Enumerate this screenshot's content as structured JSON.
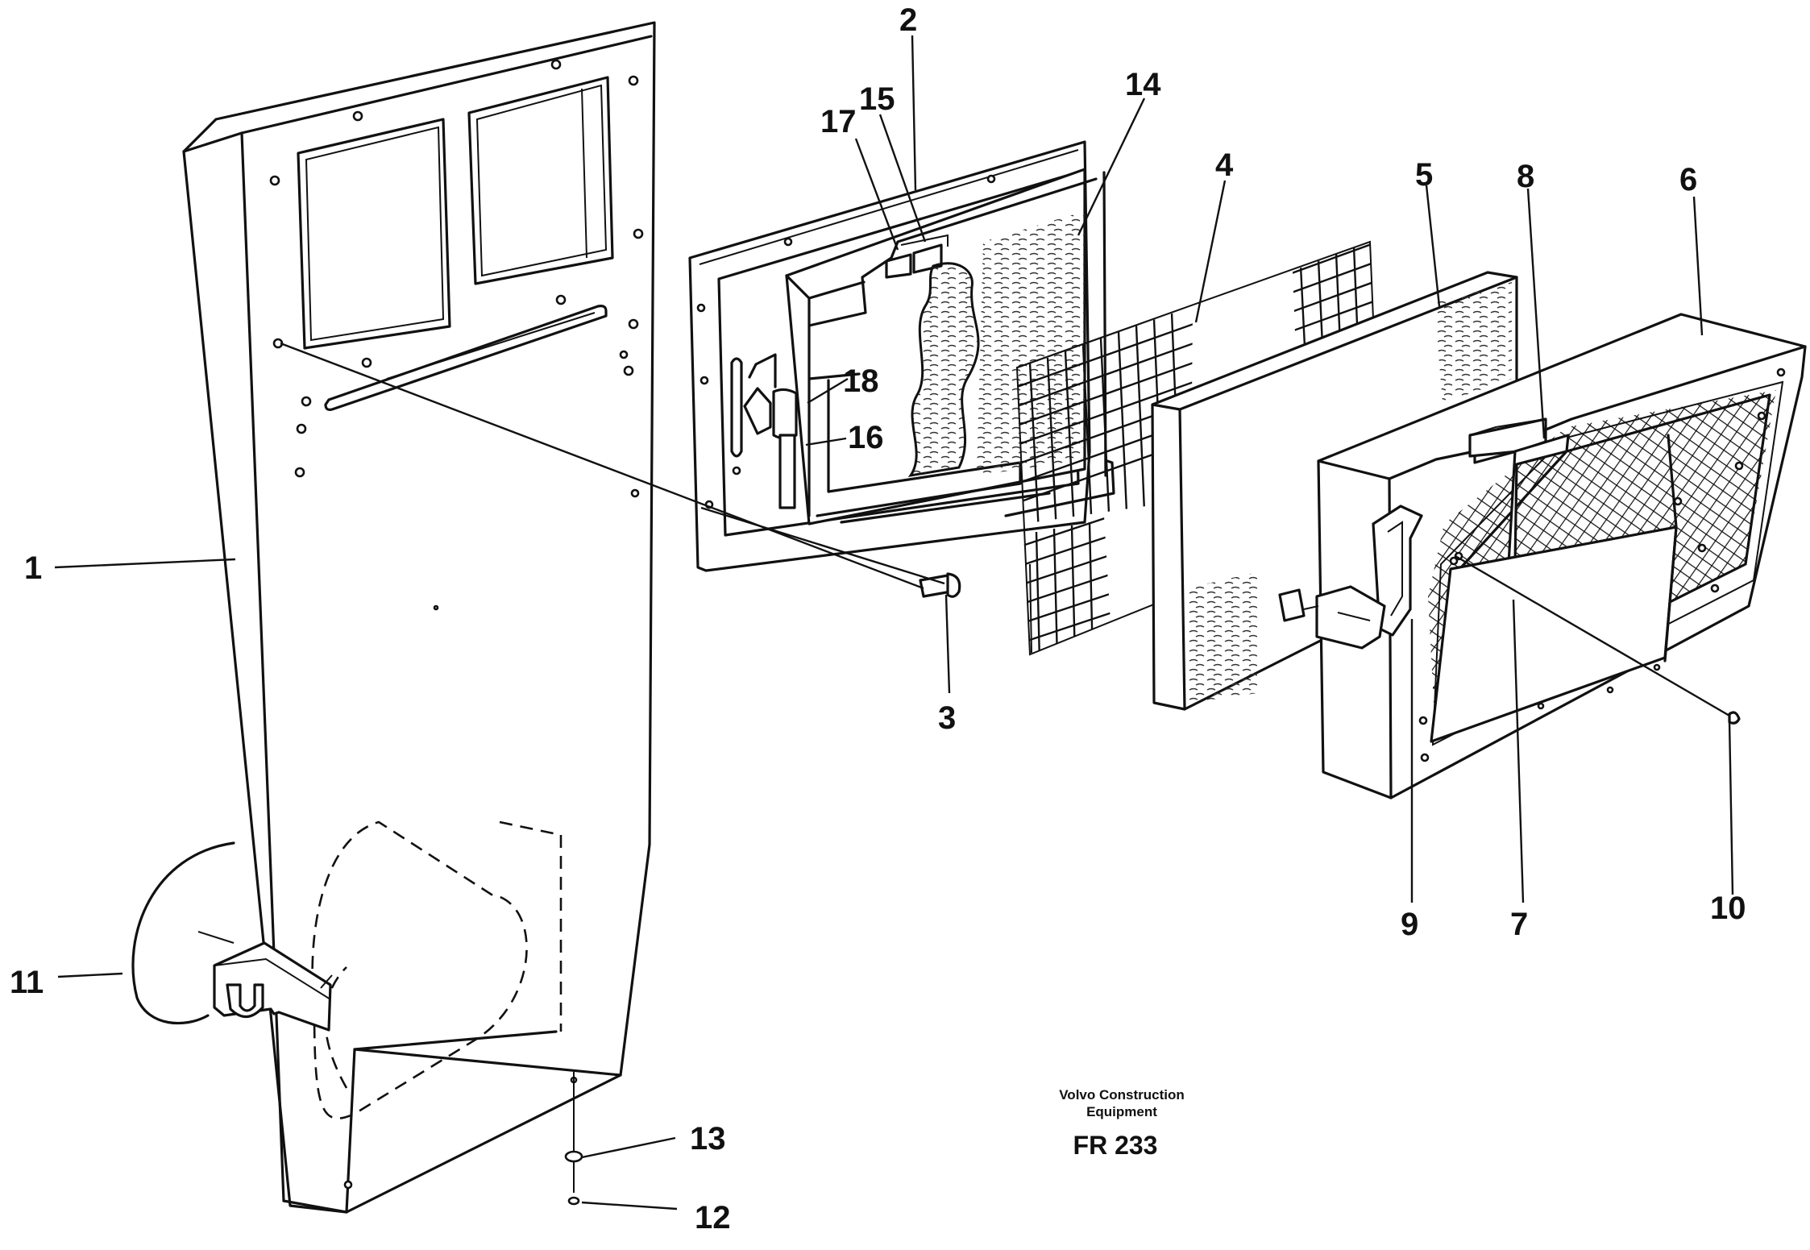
{
  "callouts": {
    "c1": "1",
    "c2": "2",
    "c3": "3",
    "c4": "4",
    "c5": "5",
    "c6": "6",
    "c7": "7",
    "c8": "8",
    "c9": "9",
    "c10": "10",
    "c11": "11",
    "c12": "12",
    "c13": "13",
    "c14": "14",
    "c15": "15",
    "c16": "16",
    "c17": "17",
    "c18": "18"
  },
  "stamp": {
    "company_line1": "Volvo Construction",
    "company_line2": "Equipment",
    "drawing_code": "FR 233"
  }
}
